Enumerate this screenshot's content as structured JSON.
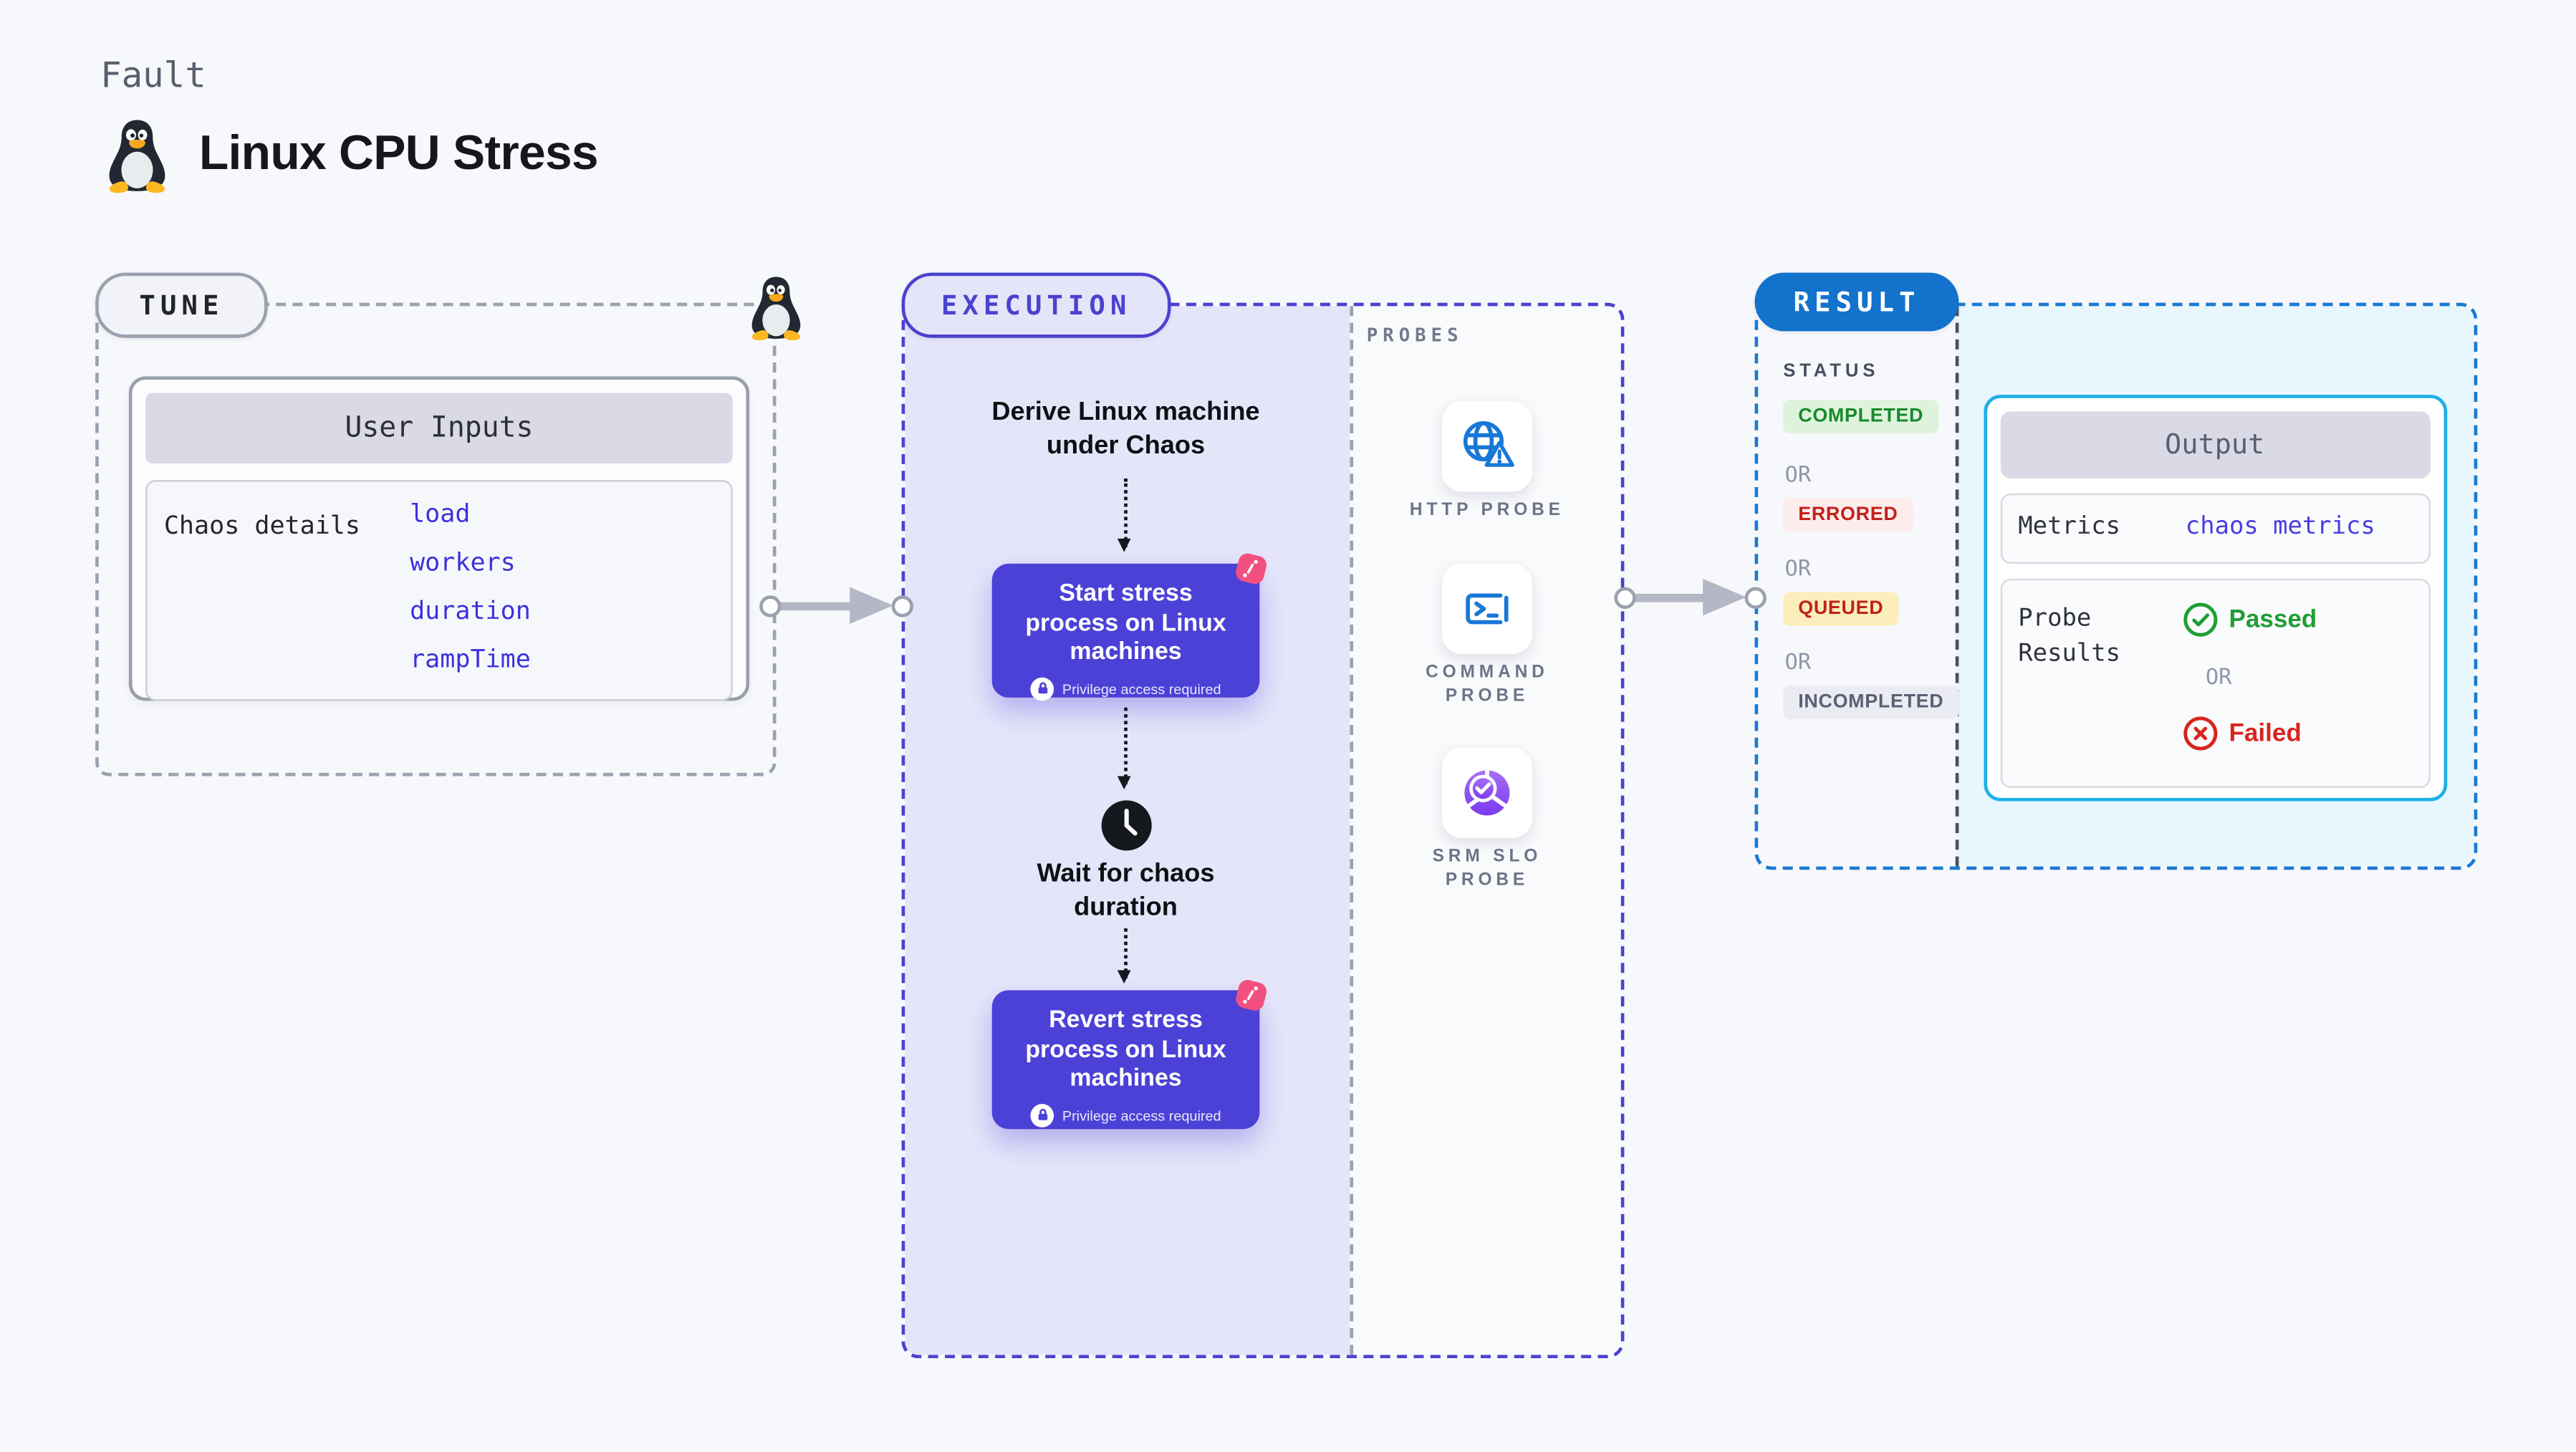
{
  "header": {
    "eyebrow": "Fault",
    "title": "Linux CPU Stress",
    "icon": "tux-penguin-icon"
  },
  "tune": {
    "label": "TUNE",
    "corner_icon": "tux-penguin-icon",
    "user_inputs": {
      "title": "User Inputs",
      "row_label": "Chaos details",
      "inputs": [
        "load",
        "workers",
        "duration",
        "rampTime"
      ]
    }
  },
  "execution": {
    "label": "EXECUTION",
    "derive_step": "Derive Linux machine under Chaos",
    "start_step": {
      "title": "Start stress process on Linux machines",
      "note": "Privilege access required",
      "badge_icon": "chaos-scenario-icon",
      "lock_icon": "lock-icon"
    },
    "wait_step": {
      "title": "Wait for chaos duration",
      "icon": "clock-icon"
    },
    "revert_step": {
      "title": "Revert stress process on Linux machines",
      "note": "Privilege access required",
      "badge_icon": "chaos-scenario-icon",
      "lock_icon": "lock-icon"
    }
  },
  "probes": {
    "label": "PROBES",
    "items": [
      {
        "name": "HTTP PROBE",
        "icon": "globe-warning-icon"
      },
      {
        "name": "COMMAND PROBE",
        "icon": "terminal-icon"
      },
      {
        "name": "SRM SLO PROBE",
        "icon": "slo-donut-check-icon"
      }
    ]
  },
  "result": {
    "label": "RESULT",
    "status": {
      "title": "STATUS",
      "or_label": "OR",
      "badges": [
        {
          "text": "COMPLETED",
          "fg": "#17892b",
          "bg": "#def3dc"
        },
        {
          "text": "ERRORED",
          "fg": "#c2201a",
          "bg": "#fdecec"
        },
        {
          "text": "QUEUED",
          "fg": "#c2201a",
          "bg": "#fbeebc"
        },
        {
          "text": "INCOMPLETED",
          "fg": "#5a5f73",
          "bg": "#eaebf3"
        }
      ]
    },
    "output": {
      "title": "Output",
      "metrics_label": "Metrics",
      "metrics_value": "chaos metrics",
      "probe_results_label": "Probe Results",
      "passed_label": "Passed",
      "or_label": "OR",
      "failed_label": "Failed",
      "passed_icon": "check-circle-icon",
      "failed_icon": "x-circle-icon"
    }
  },
  "colors": {
    "page_bg": "#f7f8fb",
    "tune_border": "#9ba1ae",
    "execution_accent": "#4b42cf",
    "execution_panel": "#e5e5fa",
    "step_node_fill": "#4b41d6",
    "step_badge_pink": "#f2517f",
    "probe_icon_blue": "#1878d8",
    "slo_purple": "#7c3aee",
    "result_accent": "#1a7ad2",
    "result_panel": "#e8f6fd",
    "output_border": "#1db0e8",
    "link_color": "#3c31df",
    "passed_green": "#1f9e34",
    "failed_red": "#d8251d"
  }
}
